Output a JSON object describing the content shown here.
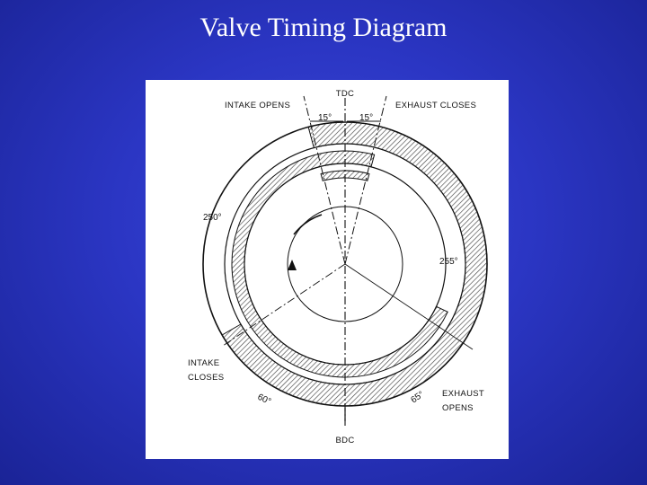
{
  "slide": {
    "title": "Valve Timing Diagram"
  },
  "diagram": {
    "labels": {
      "tdc": "TDC",
      "bdc": "BDC",
      "intake_opens": "INTAKE OPENS",
      "exhaust_closes": "EXHAUST CLOSES",
      "intake_closes_line1": "INTAKE",
      "intake_closes_line2": "CLOSES",
      "exhaust_opens_line1": "EXHAUST",
      "exhaust_opens_line2": "OPENS"
    },
    "angles": {
      "intake_open_before_tdc": "15°",
      "exhaust_close_after_tdc": "15°",
      "intake_duration": "250°",
      "exhaust_duration": "255°",
      "intake_close_after_bdc": "60°",
      "exhaust_open_before_bdc": "65°"
    },
    "colors": {
      "background": "#2b36c4",
      "panel": "#ffffff",
      "ink": "#111111"
    }
  }
}
